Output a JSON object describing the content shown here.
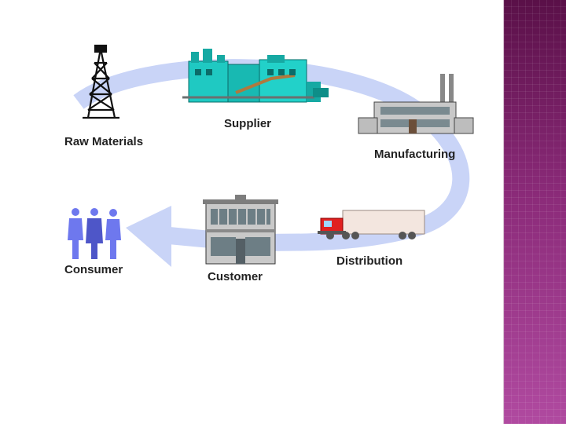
{
  "diagram": {
    "stages": [
      {
        "id": "raw_materials",
        "label": "Raw Materials",
        "icon": "oil-derrick-icon"
      },
      {
        "id": "supplier",
        "label": "Supplier",
        "icon": "industrial-plant-icon"
      },
      {
        "id": "manufacturing",
        "label": "Manufacturing",
        "icon": "factory-icon"
      },
      {
        "id": "distribution",
        "label": "Distribution",
        "icon": "truck-icon"
      },
      {
        "id": "customer",
        "label": "Customer",
        "icon": "store-building-icon"
      },
      {
        "id": "consumer",
        "label": "Consumer",
        "icon": "people-icon"
      }
    ],
    "arrow_color": "#c9d4f7",
    "people_color": "#6e78ee"
  },
  "theme": {
    "sidebar_top": "#5a1048",
    "sidebar_bottom": "#b04aa0"
  }
}
